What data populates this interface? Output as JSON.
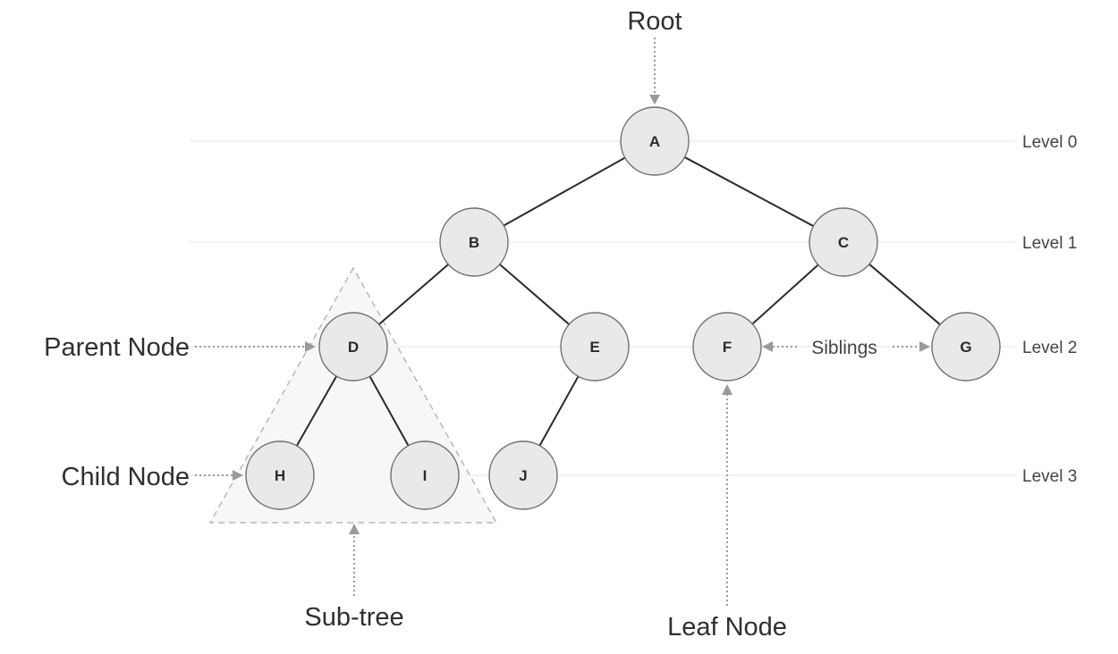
{
  "diagram": {
    "levels": [
      {
        "label": "Level 0"
      },
      {
        "label": "Level 1"
      },
      {
        "label": "Level 2"
      },
      {
        "label": "Level 3"
      }
    ],
    "nodes": [
      "A",
      "B",
      "C",
      "D",
      "E",
      "F",
      "G",
      "H",
      "I",
      "J"
    ],
    "edges": [
      [
        "A",
        "B"
      ],
      [
        "A",
        "C"
      ],
      [
        "B",
        "D"
      ],
      [
        "B",
        "E"
      ],
      [
        "C",
        "F"
      ],
      [
        "C",
        "G"
      ],
      [
        "D",
        "H"
      ],
      [
        "D",
        "I"
      ],
      [
        "E",
        "J"
      ]
    ],
    "annotations": {
      "root": "Root",
      "parent_node": "Parent Node",
      "child_node": "Child Node",
      "sub_tree": "Sub-tree",
      "leaf_node": "Leaf Node",
      "siblings": "Siblings"
    }
  }
}
